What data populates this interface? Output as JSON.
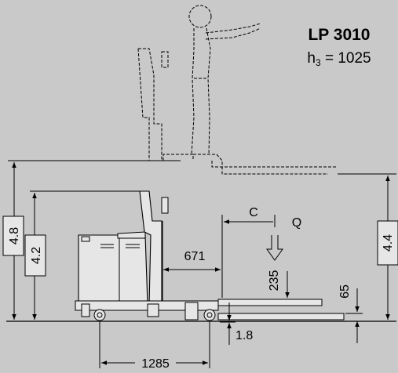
{
  "model": "LP 3010",
  "spec": {
    "symbol": "h",
    "subscript": "3",
    "equals": " = 1025"
  },
  "dims": {
    "overall_height": "4.8",
    "mast_height": "4.2",
    "lift_height": "4.4",
    "c_label": "C",
    "q_label": "Q",
    "mast_offset": "671",
    "load_center_height": "235",
    "fork_height": "65",
    "ground_clearance": "1.8",
    "wheelbase": "1285"
  },
  "colors": {
    "background": "#c9c9c9",
    "truck_fill": "#e6e6e6",
    "line": "#000000"
  }
}
